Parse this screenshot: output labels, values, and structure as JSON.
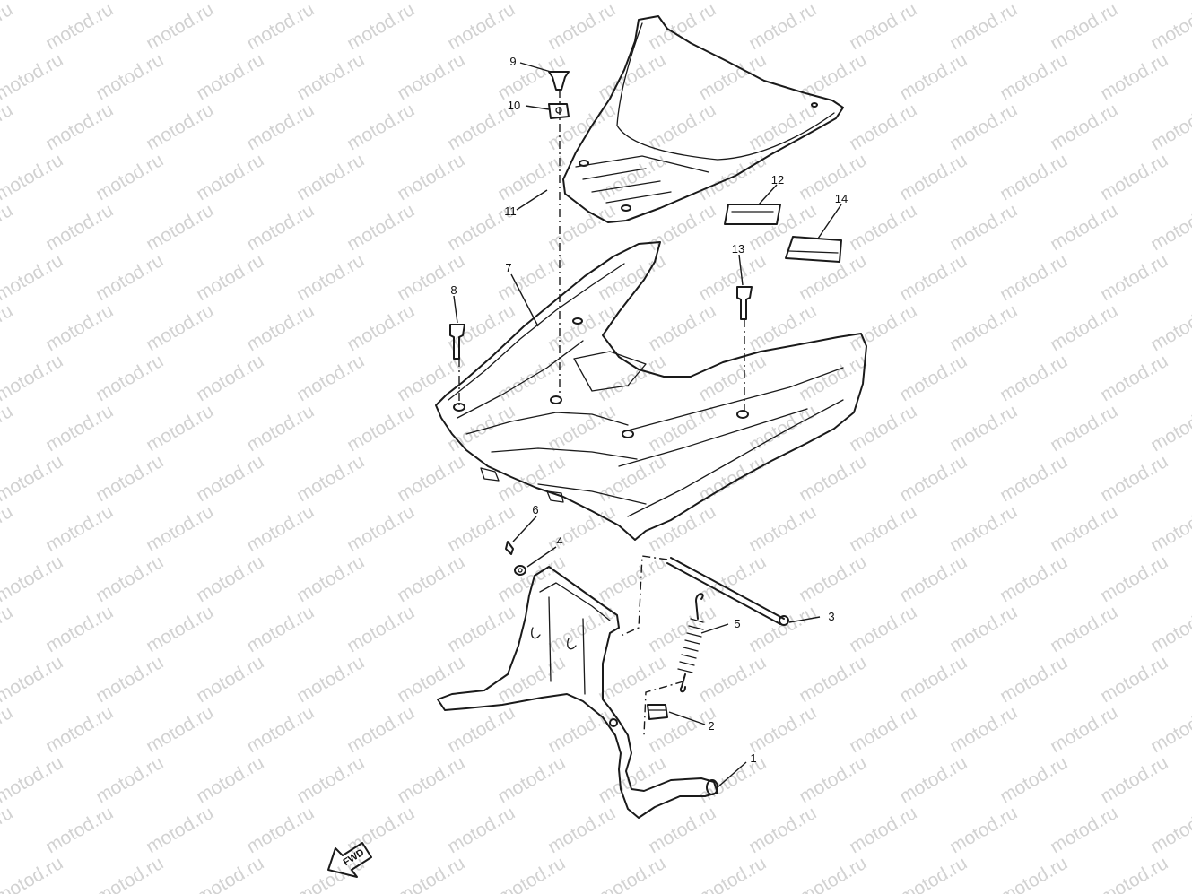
{
  "watermark": {
    "text": "motod.ru",
    "color": "#d2d2d2"
  },
  "callouts": [
    {
      "id": "1",
      "label": "1",
      "part": "center-stand"
    },
    {
      "id": "2",
      "label": "2",
      "part": "collar"
    },
    {
      "id": "3",
      "label": "3",
      "part": "stand-shaft"
    },
    {
      "id": "4",
      "label": "4",
      "part": "washer"
    },
    {
      "id": "5",
      "label": "5",
      "part": "spring"
    },
    {
      "id": "6",
      "label": "6",
      "part": "cotter-pin"
    },
    {
      "id": "7",
      "label": "7",
      "part": "footrest-board"
    },
    {
      "id": "8",
      "label": "8",
      "part": "bolt-left"
    },
    {
      "id": "9",
      "label": "9",
      "part": "screw"
    },
    {
      "id": "10",
      "label": "10",
      "part": "nut"
    },
    {
      "id": "11",
      "label": "11",
      "part": "leg-shield"
    },
    {
      "id": "12",
      "label": "12",
      "part": "damper-a"
    },
    {
      "id": "13",
      "label": "13",
      "part": "bolt-right"
    },
    {
      "id": "14",
      "label": "14",
      "part": "damper-b"
    }
  ],
  "direction": {
    "label": "FWD"
  },
  "colors": {
    "line": "#1a1a1a",
    "background": "#ffffff"
  }
}
